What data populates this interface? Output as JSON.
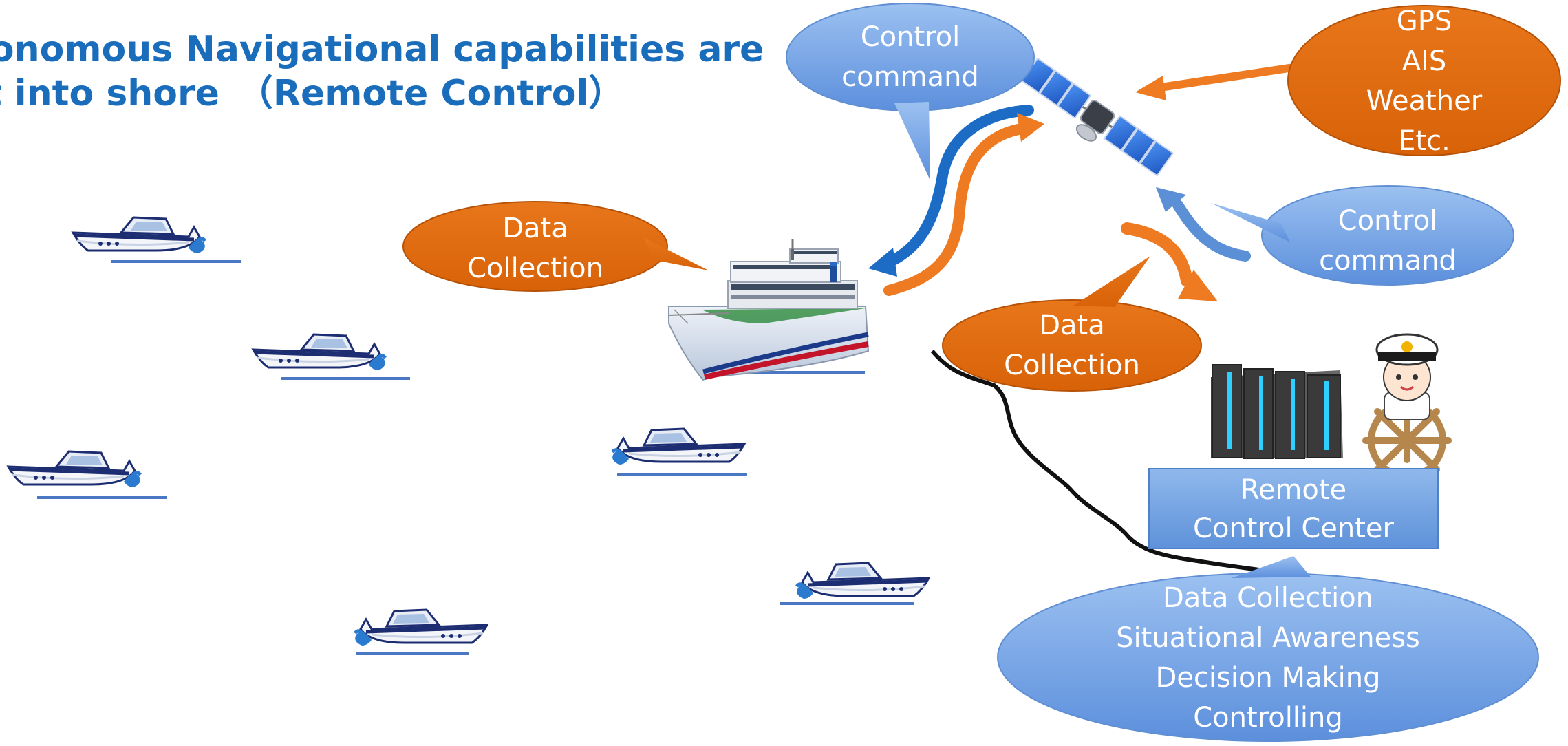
{
  "title": {
    "line1": "tonomous Navigational capabilities are",
    "line2": "lt into shore　（Remote Control）"
  },
  "callouts": {
    "control_top": [
      "Control",
      "command"
    ],
    "gps": [
      "GPS",
      "AIS",
      "Weather",
      "Etc."
    ],
    "data_left": [
      "Data",
      "Collection"
    ],
    "control_right": [
      "Control",
      "command"
    ],
    "data_right": [
      "Data",
      "Collection"
    ],
    "remote_center": [
      "Remote",
      "Control Center"
    ],
    "functions": [
      "Data Collection",
      "Situational Awareness",
      "Decision Making",
      "Controlling"
    ]
  },
  "icons": [
    "satellite-icon",
    "ship-icon",
    "boat-icon",
    "server-rack-icon",
    "captain-icon"
  ],
  "colors": {
    "title": "#1a6dbb",
    "blue_bubble": "#6f9fe3",
    "orange_bubble": "#e36c0a",
    "arrow_blue": "#1c6cc6",
    "arrow_orange": "#ee7a22"
  }
}
